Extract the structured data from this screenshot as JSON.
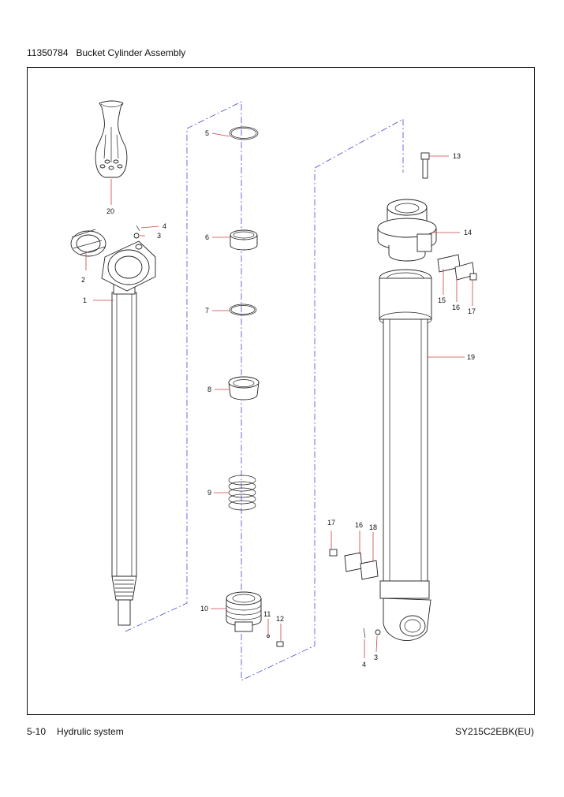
{
  "header": {
    "part_number": "11350784",
    "title": "Bucket Cylinder Assembly"
  },
  "footer": {
    "page": "5-10",
    "section": "Hydrulic system",
    "model": "SY215C2EBK(EU)"
  },
  "callouts": {
    "c1": "1",
    "c2": "2",
    "c3a": "3",
    "c3b": "3",
    "c4a": "4",
    "c4b": "4",
    "c5": "5",
    "c6": "6",
    "c7": "7",
    "c8": "8",
    "c9": "9",
    "c10": "10",
    "c11": "11",
    "c12": "12",
    "c13": "13",
    "c14": "14",
    "c15": "15",
    "c16a": "16",
    "c16b": "16",
    "c17a": "17",
    "c17b": "17",
    "c18": "18",
    "c19": "19",
    "c20": "20"
  }
}
